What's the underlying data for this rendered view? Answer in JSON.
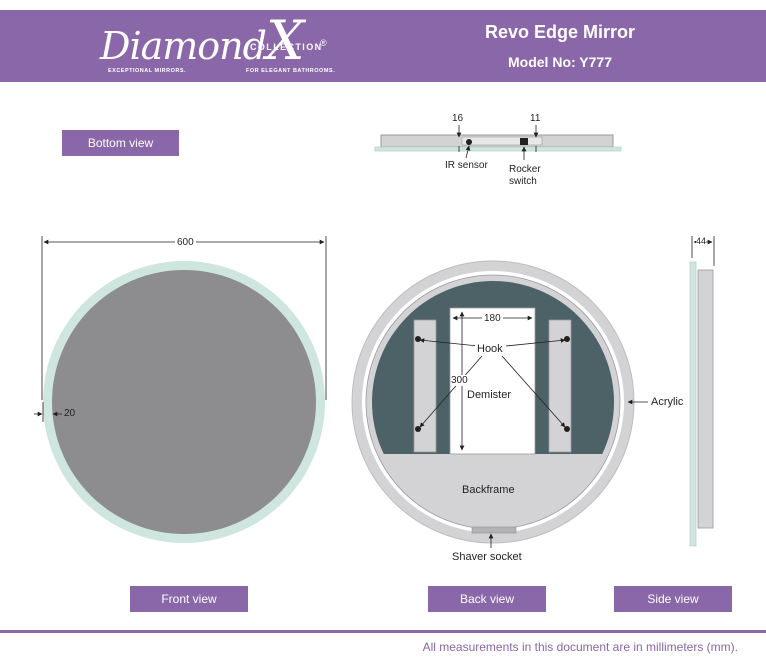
{
  "header": {
    "brand_name": "Diamond",
    "brand_x": "X",
    "brand_collection": "COLLECTION",
    "brand_registered": "®",
    "tagline_left": "EXCEPTIONAL MIRRORS.",
    "tagline_right": "FOR ELEGANT BATHROOMS.",
    "title": "Revo Edge Mirror",
    "model": "Model No: Y777"
  },
  "views": {
    "bottom": "Bottom view",
    "front": "Front view",
    "back": "Back view",
    "side": "Side view"
  },
  "dimensions": {
    "bottom_left": "16",
    "bottom_right": "11",
    "front_width": "600",
    "front_border": "20",
    "back_rail_spacing": "180",
    "back_rail_height": "300",
    "side_depth": "44"
  },
  "annotations": {
    "ir_sensor": "IR sensor",
    "rocker_line1": "Rocker",
    "rocker_line2": "switch",
    "hook": "Hook",
    "demister": "Demister",
    "acrylic": "Acrylic",
    "backframe": "Backframe",
    "shaver_socket": "Shaver socket"
  },
  "footer": {
    "note": "All measurements in this document are in millimeters (mm)."
  },
  "colors": {
    "brand_purple": "#8a67a8",
    "mirror_grey": "#8d8c8e",
    "acrylic_mint": "#cfe6e0",
    "backplate_slate": "#4d6266",
    "frame_light": "#d3d3d5"
  }
}
